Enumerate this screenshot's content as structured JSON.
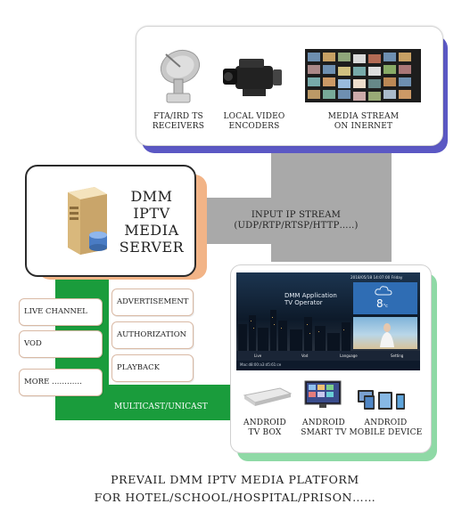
{
  "sources": [
    {
      "icon": "satellite-dish-icon",
      "label_l1": "FTA/IRD TS",
      "label_l2": "RECEIVERS"
    },
    {
      "icon": "video-camera-icon",
      "label_l1": "LOCAL VIDEO",
      "label_l2": "ENCODERS"
    },
    {
      "icon": "media-wall-icon",
      "label_l1": "MEDIA STREAM",
      "label_l2": "ON INERNET"
    }
  ],
  "server": {
    "l1": "DMM",
    "l2": "IPTV",
    "l3": "MEDIA",
    "l4": "SERVER"
  },
  "input_stream": {
    "l1": "INPUT IP STREAM",
    "l2": "(UDP/RTP/RTSP/HTTP…..)"
  },
  "features_left": [
    "LIVE CHANNEL",
    "VOD",
    "MORE …………"
  ],
  "features_right": [
    "ADVERTISEMENT",
    "AUTHORIZATION",
    "PLAYBACK"
  ],
  "multicast_label": "MULTICAST/UNICAST",
  "screen": {
    "datetime": "2018/05/18 14:07:00  Friday",
    "app_title": "DMM Application",
    "app_subtitle": "TV Operator",
    "temperature": "8",
    "temp_unit": "°c",
    "tabs": [
      "Live",
      "Vod",
      "Language",
      "Setting"
    ],
    "mac": "Mac:d8:00:a3:d5:61:ce"
  },
  "devices": [
    {
      "icon": "tv-box-icon",
      "l1": "ANDROID",
      "l2": "TV BOX"
    },
    {
      "icon": "smart-tv-icon",
      "l1": "ANDROID",
      "l2": "SMART TV"
    },
    {
      "icon": "mobile-devices-icon",
      "l1": "ANDROID",
      "l2": "MOBILE DEVICE"
    }
  ],
  "footer": {
    "l1": "PREVAIL DMM IPTV MEDIA  PLATFORM",
    "l2": "FOR HOTEL/SCHOOL/HOSPITAL/PRISON……"
  },
  "colors": {
    "accent_blue": "#5b58c4",
    "accent_green": "#1a9c3c",
    "connector_grey": "#a9a9a9",
    "server_shadow": "#f2b487",
    "client_shadow": "#8fd9a6"
  }
}
